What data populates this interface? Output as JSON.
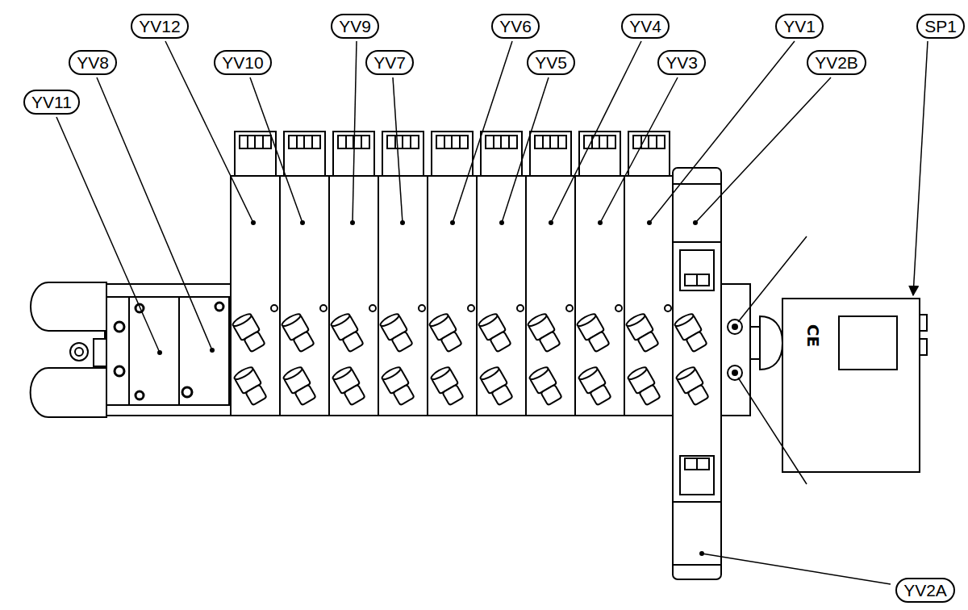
{
  "diagram": {
    "nodes": [
      {
        "text": [
          "YV12"
        ]
      },
      {
        "text": [
          "YV9"
        ]
      },
      {
        "text": [
          "YV6"
        ]
      },
      {
        "text": [
          "YV4"
        ]
      },
      {
        "text": [
          "YV1"
        ]
      },
      {
        "text": [
          "SP1"
        ]
      },
      {
        "text": [
          "YV8"
        ]
      },
      {
        "text": [
          "YV10"
        ]
      },
      {
        "text": [
          "YV7"
        ]
      },
      {
        "text": [
          "YV5"
        ]
      },
      {
        "text": [
          "YV3"
        ]
      },
      {
        "text": [
          "YV2B"
        ]
      },
      {
        "text": [
          "YV11"
        ]
      },
      {
        "text": [
          "YV2A"
        ]
      }
    ],
    "labels": [
      "CE"
    ]
  }
}
